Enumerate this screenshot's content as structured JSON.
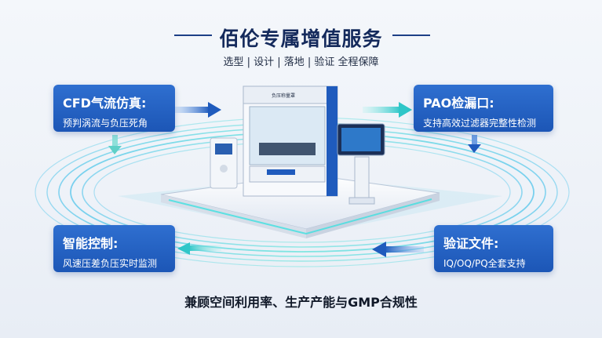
{
  "header": {
    "title": "佰伦专属增值服务",
    "subtitle": "选型 | 设计 | 落地 | 验证  全程保障"
  },
  "cards": {
    "cfd": {
      "title": "CFD气流仿真:",
      "desc": "预判涡流与负压死角"
    },
    "pao": {
      "title": "PAO检漏口:",
      "desc": "支持高效过滤器完整性检测"
    },
    "control": {
      "title": "智能控制:",
      "desc": "风速压差负压实时监测"
    },
    "validation": {
      "title": "验证文件:",
      "desc": "IQ/OQ/PQ全套支持"
    }
  },
  "machine": {
    "brand_label": "负压称量罩"
  },
  "footer": {
    "text": "兼顾空间利用率、生产产能与GMP合规性"
  },
  "colors": {
    "card_blue": "#1f5bbd",
    "accent_cyan": "#2fd6d0",
    "title_navy": "#142a5c"
  }
}
